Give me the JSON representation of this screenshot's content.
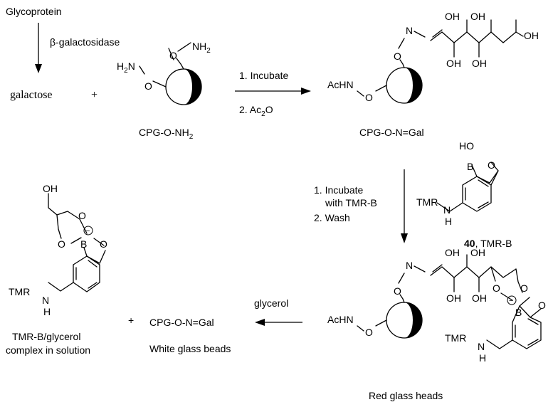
{
  "labels": {
    "glycoprotein": "Glycoprotein",
    "enzyme": "β-galactosidase",
    "galactose": "galactose",
    "plus_top": "+",
    "plus_bottom": "+",
    "cpg_reagent": "CPG-O-NH",
    "cpg_reagent_sub": "2",
    "step1_incubate": "1. Incubate",
    "step1_ac2o": "2. Ac",
    "step1_ac2o_sub": "2",
    "step1_ac2o_tail": "O",
    "cpg_gal_top": "CPG-O-N=Gal",
    "step2_line1": "1. Incubate",
    "step2_line2": "with TMR-B",
    "step2_line3": "2. Wash",
    "compound_number": "40",
    "compound_name": ", TMR-B",
    "glycerol_reagent": "glycerol",
    "cpg_gal_bottom": "CPG-O-N=Gal",
    "white_beads": "White glass beads",
    "complex_line1": "TMR-B/glycerol",
    "complex_line2": "complex in solution",
    "red_beads": "Red glass heads"
  },
  "atoms": {
    "nh2": "NH",
    "nh2_sub": "2",
    "h2n_H": "H",
    "h2n_sub": "2",
    "h2n_N": "N",
    "o": "O",
    "n": "N",
    "oh": "OH",
    "ho": "HO",
    "b": "B",
    "acHN": "AcHN",
    "tmr": "TMR",
    "h": "H",
    "minus": "−"
  },
  "colors": {
    "ink": "#000000",
    "bead_fill": "#ffffff"
  }
}
